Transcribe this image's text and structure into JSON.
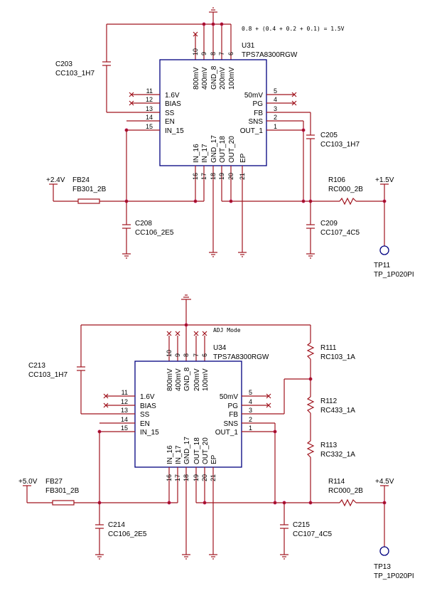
{
  "top": {
    "ref": "U31",
    "part": "TPS7A8300RGW",
    "annotation": "0.8 + (0.4 + 0.2 + 0.1) = 1.5V",
    "top_pins": [
      {
        "num": "10",
        "name": "800mV"
      },
      {
        "num": "9",
        "name": "400mV"
      },
      {
        "num": "8",
        "name": "GND_8"
      },
      {
        "num": "7",
        "name": "200mV"
      },
      {
        "num": "6",
        "name": "100mV"
      }
    ],
    "left_pins": [
      {
        "num": "11",
        "name": "1.6V"
      },
      {
        "num": "12",
        "name": "BIAS"
      },
      {
        "num": "13",
        "name": "SS"
      },
      {
        "num": "14",
        "name": "EN"
      },
      {
        "num": "15",
        "name": "IN_15"
      }
    ],
    "right_pins": [
      {
        "num": "5",
        "name": "50mV"
      },
      {
        "num": "4",
        "name": "PG"
      },
      {
        "num": "3",
        "name": "FB"
      },
      {
        "num": "2",
        "name": "SNS"
      },
      {
        "num": "1",
        "name": "OUT_1"
      }
    ],
    "bottom_pins": [
      {
        "num": "16",
        "name": "IN_16"
      },
      {
        "num": "17",
        "name": "IN_17"
      },
      {
        "num": "18",
        "name": "GND_17"
      },
      {
        "num": "19",
        "name": "OUT_18"
      },
      {
        "num": "20",
        "name": "OUT_20"
      },
      {
        "num": "21",
        "name": "EP"
      }
    ],
    "c_ss": {
      "ref": "C203",
      "val": "CC103_1H7"
    },
    "c_out_fb": {
      "ref": "C205",
      "val": "CC103_1H7"
    },
    "c_in": {
      "ref": "C208",
      "val": "CC106_2E5"
    },
    "c_out": {
      "ref": "C209",
      "val": "CC107_4C5"
    },
    "fb": {
      "ref": "FB24",
      "val": "FB301_2B",
      "net": "+2.4V"
    },
    "r_out": {
      "ref": "R106",
      "val": "RC000_2B",
      "net": "+1.5V"
    },
    "tp": {
      "ref": "TP11",
      "val": "TP_1P020PI"
    }
  },
  "bottom": {
    "ref": "U34",
    "part": "TPS7A8300RGW",
    "annotation": "ADJ Mode",
    "top_pins": [
      {
        "num": "10",
        "name": "800mV"
      },
      {
        "num": "9",
        "name": "400mV"
      },
      {
        "num": "8",
        "name": "GND_8"
      },
      {
        "num": "7",
        "name": "200mV"
      },
      {
        "num": "6",
        "name": "100mV"
      }
    ],
    "left_pins": [
      {
        "num": "11",
        "name": "1.6V"
      },
      {
        "num": "12",
        "name": "BIAS"
      },
      {
        "num": "13",
        "name": "SS"
      },
      {
        "num": "14",
        "name": "EN"
      },
      {
        "num": "15",
        "name": "IN_15"
      }
    ],
    "right_pins": [
      {
        "num": "5",
        "name": "50mV"
      },
      {
        "num": "4",
        "name": "PG"
      },
      {
        "num": "3",
        "name": "FB"
      },
      {
        "num": "2",
        "name": "SNS"
      },
      {
        "num": "1",
        "name": "OUT_1"
      }
    ],
    "bottom_pins": [
      {
        "num": "16",
        "name": "IN_16"
      },
      {
        "num": "17",
        "name": "IN_17"
      },
      {
        "num": "18",
        "name": "GND_17"
      },
      {
        "num": "19",
        "name": "OUT_18"
      },
      {
        "num": "20",
        "name": "OUT_20"
      },
      {
        "num": "21",
        "name": "EP"
      }
    ],
    "c_ss": {
      "ref": "C213",
      "val": "CC103_1H7"
    },
    "c_in": {
      "ref": "C214",
      "val": "CC106_2E5"
    },
    "c_out": {
      "ref": "C215",
      "val": "CC107_4C5"
    },
    "fb": {
      "ref": "FB27",
      "val": "FB301_2B",
      "net": "+5.0V"
    },
    "r1": {
      "ref": "R111",
      "val": "RC103_1A"
    },
    "r2": {
      "ref": "R112",
      "val": "RC433_1A"
    },
    "r3": {
      "ref": "R113",
      "val": "RC332_1A"
    },
    "r_out": {
      "ref": "R114",
      "val": "RC000_2B",
      "net": "+4.5V"
    },
    "tp": {
      "ref": "TP13",
      "val": "TP_1P020PI"
    }
  },
  "colors": {
    "wire": "#a0141e",
    "body": "#000080",
    "junction": "#a0141e"
  }
}
